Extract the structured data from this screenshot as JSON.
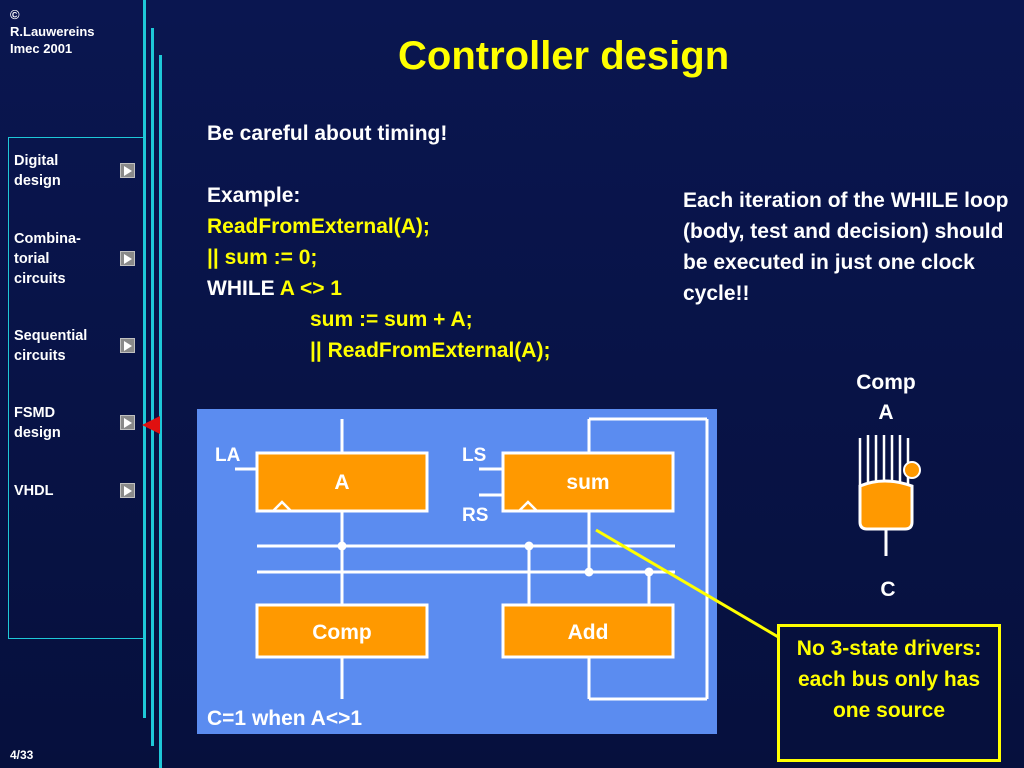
{
  "copyright": "©\nR.Lauwereins\nImec 2001",
  "page_number": "4/33",
  "title": "Controller design",
  "sidebar": {
    "items": [
      {
        "label": "Digital\ndesign"
      },
      {
        "label": "Combina-\ntorial\ncircuits"
      },
      {
        "label": "Sequential\ncircuits"
      },
      {
        "label": "FSMD\ndesign",
        "active": true
      },
      {
        "label": "VHDL"
      }
    ]
  },
  "code": {
    "line1": "Be careful about timing!",
    "line2": "Example:",
    "line3": "ReadFromExternal(A);",
    "line4": "|| sum := 0;",
    "line5_kw": "WHILE ",
    "line5_cond": "A <> 1",
    "line6": "sum := sum + A;",
    "line7": "|| ReadFromExternal(A);"
  },
  "note": "Each iteration of the WHILE loop (body, test and decision) should be executed in just one clock cycle!!",
  "diagram": {
    "label_la": "LA",
    "label_ls": "LS",
    "label_rs": "RS",
    "block_a": "A",
    "block_sum": "sum",
    "block_comp": "Comp",
    "block_add": "Add",
    "condition": "C=1 when A<>1"
  },
  "comparator": {
    "label_top": "Comp\nA",
    "label_bottom": "C"
  },
  "callout": "No 3-state drivers: each bus only has one source",
  "colors": {
    "background": "#0a1650",
    "title": "#ffff00",
    "accent_line": "#1ec8d8",
    "diagram_bg": "#5b8cf0",
    "block_fill": "#ff9900",
    "pointer": "#e01010"
  }
}
